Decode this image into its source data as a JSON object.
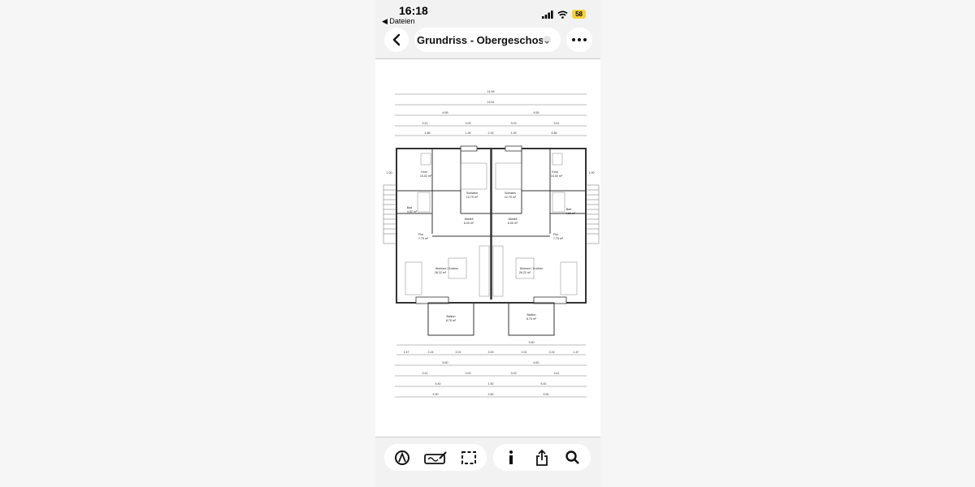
{
  "status_bar": {
    "time": "16:18",
    "back_app": "◀ Dateien",
    "battery": "58"
  },
  "header": {
    "title": "Grundriss - Obergeschoss"
  },
  "plan": {
    "dims_top": [
      "14.46",
      "13.51",
      "6.55",
      "6.55",
      "3.41",
      "3.03",
      "3.03",
      "3.41",
      "4.86",
      "1.26",
      "2.16",
      "1.26",
      "4.86"
    ],
    "rooms": [
      {
        "name": "Kind",
        "area": "10.02 m²"
      },
      {
        "name": "Kind",
        "area": "10.02 m²"
      },
      {
        "name": "Schlafen",
        "area": "12.79 m²"
      },
      {
        "name": "Schlafen",
        "area": "12.79 m²"
      },
      {
        "name": "Bad",
        "area": "4.82 m²"
      },
      {
        "name": "Bad",
        "area": "4.82 m²"
      },
      {
        "name": "Abstell",
        "area": "6.00 m²"
      },
      {
        "name": "Abstell",
        "area": "6.00 m²"
      },
      {
        "name": "Flur",
        "area": "7.79 m²"
      },
      {
        "name": "Flur",
        "area": "7.79 m²"
      },
      {
        "name": "Wohnen / Kochen",
        "area": "26.22 m²"
      },
      {
        "name": "Wohnen / Kochen",
        "area": "26.22 m²"
      },
      {
        "name": "Balkon",
        "area": "8.75 m²"
      },
      {
        "name": "Balkon",
        "area": "8.75 m²"
      }
    ],
    "side_dim": "1.00",
    "dims_bottom": [
      "1.47",
      "2.24",
      "2.01",
      "3.00",
      "2.01",
      "2.24",
      "1.47",
      "3.50",
      "6.60",
      "6.60",
      "5.40",
      "1.82",
      "5.40",
      "5.90",
      "2.80",
      "5.90"
    ]
  }
}
